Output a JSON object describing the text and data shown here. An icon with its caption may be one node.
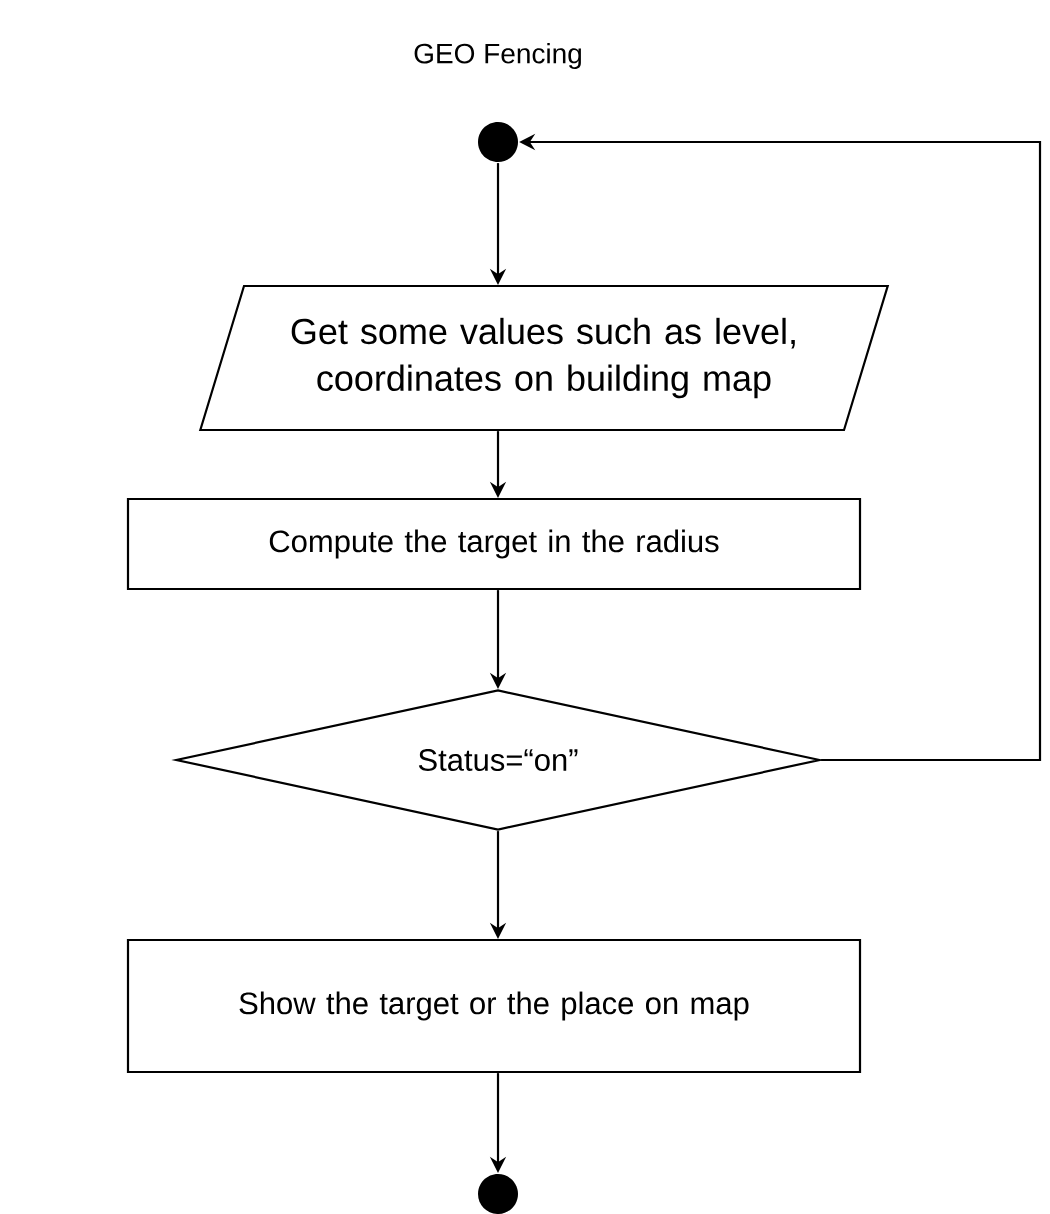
{
  "diagram": {
    "title": "GEO Fencing",
    "nodes": [
      {
        "text": [],
        "shape": "circle"
      },
      {
        "text": [
          "Get some values such as level, coordinates on building map"
        ]
      },
      {
        "text": [
          "Compute the target in the radius"
        ]
      },
      {
        "text": [
          "Status=“on”"
        ]
      },
      {
        "text": [
          "Show the target or the place on map"
        ]
      },
      {
        "text": [],
        "shape": "circle"
      }
    ],
    "edges": [
      {
        "from": 0,
        "to": 1,
        "arrow": "to"
      },
      {
        "from": 1,
        "to": 2,
        "arrow": "to"
      },
      {
        "from": 2,
        "to": 3,
        "arrow": "to"
      },
      {
        "from": 3,
        "to": 4,
        "arrow": "to"
      },
      {
        "from": 4,
        "to": 5,
        "arrow": "to"
      },
      {
        "from": 3,
        "to": 0,
        "arrow": "to"
      }
    ]
  }
}
